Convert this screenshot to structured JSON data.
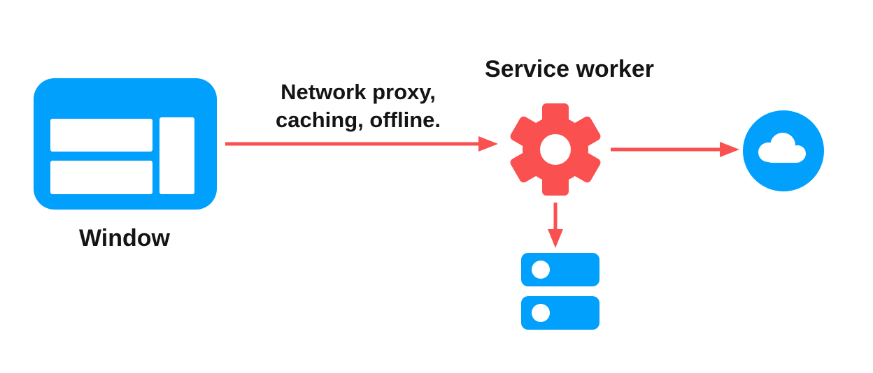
{
  "diagram": {
    "nodes": {
      "window": {
        "label": "Window",
        "icon": "browser-window-icon"
      },
      "service_worker": {
        "label": "Service worker",
        "icon": "gear-icon"
      },
      "network": {
        "icon": "cloud-icon"
      },
      "cache_storage": {
        "icon": "database-stack-icon"
      }
    },
    "edges": {
      "window_to_service_worker": {
        "caption_line1": "Network proxy,",
        "caption_line2": "caching, offline."
      }
    }
  },
  "colors": {
    "blue": "#00A0FC",
    "red": "#FA5050",
    "text": "#141414",
    "background": "#FFFFFF"
  }
}
